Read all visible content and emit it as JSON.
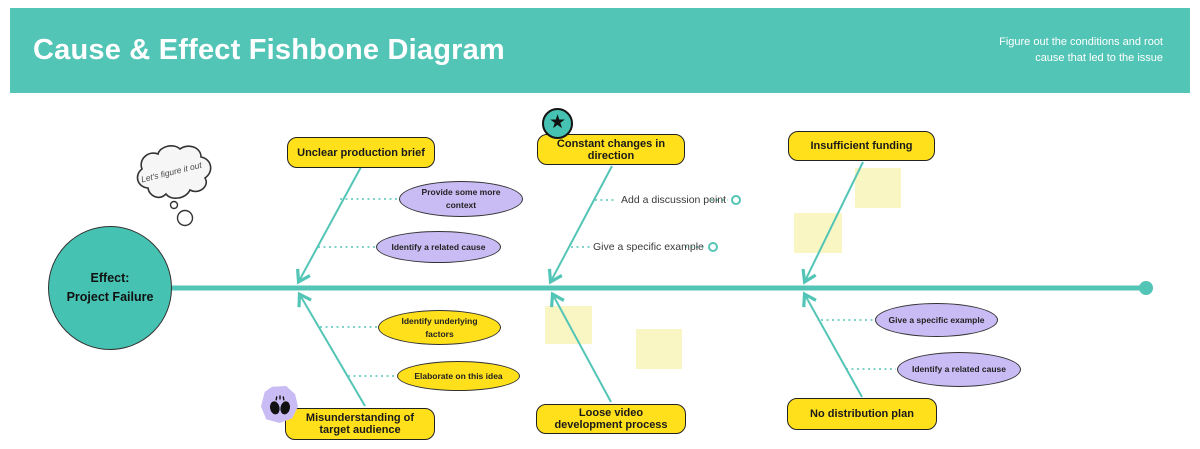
{
  "header": {
    "title": "Cause & Effect Fishbone Diagram",
    "subtitle": "Figure out the conditions and root cause that led to the issue"
  },
  "effect": {
    "line1": "Effect:",
    "line2": "Project Failure"
  },
  "thought": {
    "text": "Let's figure it out"
  },
  "causes": [
    {
      "label": "Unclear production brief"
    },
    {
      "label": "Constant changes in direction"
    },
    {
      "label": "Insufficient funding"
    },
    {
      "label": "Misunderstanding of target audience"
    },
    {
      "label": "Loose video development process"
    },
    {
      "label": "No distribution plan"
    }
  ],
  "bubbles": [
    {
      "label": "Provide some more context",
      "color": "purple"
    },
    {
      "label": "Identify a related cause",
      "color": "purple"
    },
    {
      "label": "Identify underlying factors",
      "color": "yellow"
    },
    {
      "label": "Elaborate on this idea",
      "color": "yellow"
    },
    {
      "label": "Give a specific example",
      "color": "purple"
    },
    {
      "label": "Identify a related cause",
      "color": "purple"
    }
  ],
  "prompts": [
    {
      "label": "Add a discussion point"
    },
    {
      "label": "Give a specific example"
    }
  ],
  "icons": {
    "star": "★"
  },
  "colors": {
    "teal": "#53C5B6",
    "teal_fill": "#45C2B1",
    "yellow": "#FFE01B",
    "sticky_yellow": "#FAF6C4",
    "purple": "#C9BCF4"
  }
}
